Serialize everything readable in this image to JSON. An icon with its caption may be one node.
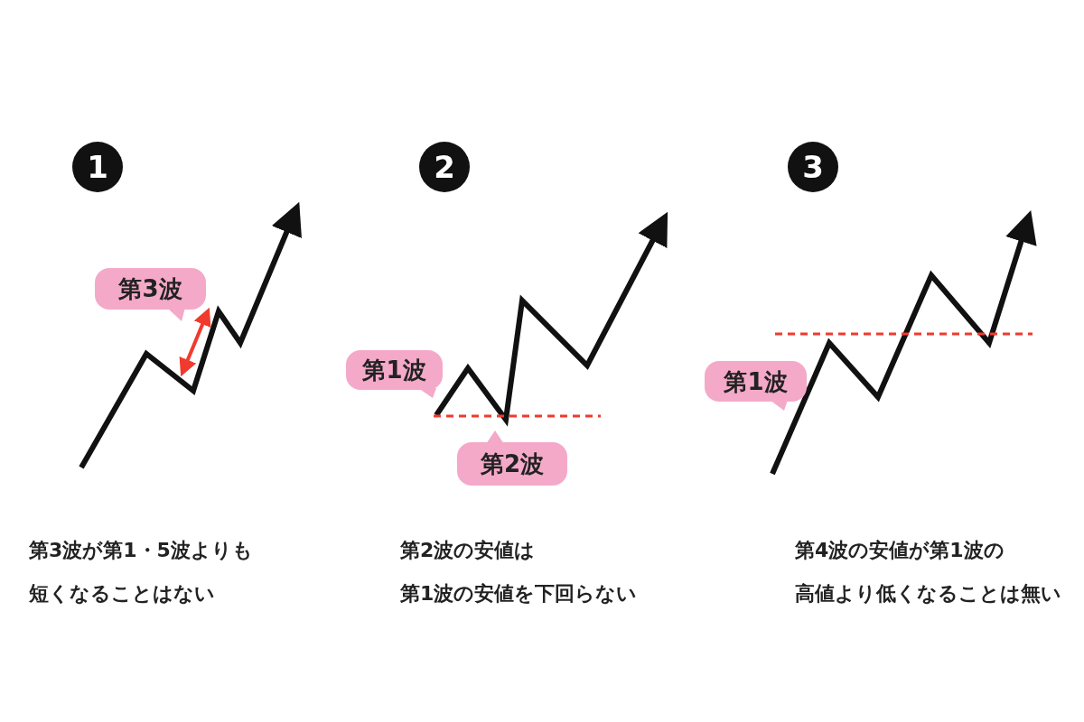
{
  "diagram": {
    "nodes": [
      {
        "text": [
          "1"
        ]
      },
      {
        "text": [
          "第3波"
        ]
      },
      {
        "text": [
          "2"
        ]
      },
      {
        "text": [
          "第1波"
        ]
      },
      {
        "text": [
          "第2波"
        ]
      },
      {
        "text": [
          "3"
        ]
      },
      {
        "text": [
          "第1波"
        ]
      }
    ],
    "labels": [
      "第3波が第1・5波よりも短くなることはない",
      "第2波の安値は第1波の安値を下回らない",
      "第4波の安値が第1波の高値より低くなることは無い"
    ]
  }
}
